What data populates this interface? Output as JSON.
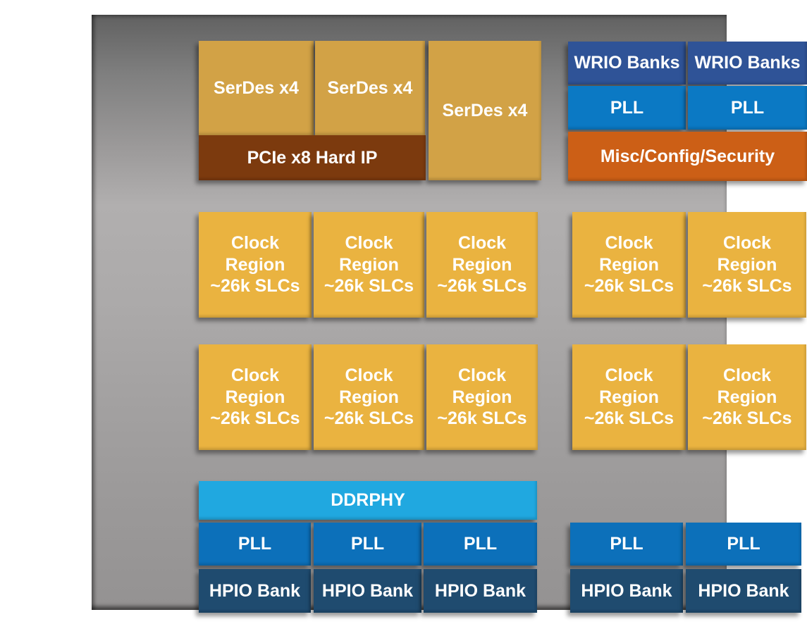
{
  "diagram": {
    "colors": {
      "serdes": "#D2A246",
      "pcie": "#7C3A0E",
      "wrio": "#2F5397",
      "pll_top": "#0B79C4",
      "pll_bottom": "#0C70BA",
      "misc": "#CC5F16",
      "clock_region": "#EAB340",
      "ddrphy": "#20A8E0",
      "hpio": "#1F4B6F",
      "label_text": "#FFFFFF",
      "panel_top_gray": "#616161",
      "panel_mid_gray": "#B1AFAF",
      "panel_bottom_gray": "#949292",
      "page_background": "#FFFFFF"
    },
    "blocks": [
      {
        "id": "serdes-1",
        "label": "SerDes x4",
        "color": "#D2A246"
      },
      {
        "id": "serdes-2",
        "label": "SerDes x4",
        "color": "#D2A246"
      },
      {
        "id": "serdes-3",
        "label": "SerDes x4",
        "color": "#D2A246"
      },
      {
        "id": "pcie",
        "label": "PCIe x8 Hard IP",
        "color": "#7C3A0E"
      },
      {
        "id": "wrio-1",
        "label": "WRIO Banks",
        "color": "#2F5397"
      },
      {
        "id": "wrio-2",
        "label": "WRIO Banks",
        "color": "#2F5397"
      },
      {
        "id": "pll-tr-1",
        "label": "PLL",
        "color": "#0B79C4"
      },
      {
        "id": "pll-tr-2",
        "label": "PLL",
        "color": "#0B79C4"
      },
      {
        "id": "misc",
        "label": "Misc/Config/Security",
        "color": "#CC5F16"
      },
      {
        "id": "clock-r1c1",
        "label": "Clock\nRegion\n~26k SLCs",
        "color": "#EAB340"
      },
      {
        "id": "clock-r1c2",
        "label": "Clock\nRegion\n~26k SLCs",
        "color": "#EAB340"
      },
      {
        "id": "clock-r1c3",
        "label": "Clock\nRegion\n~26k SLCs",
        "color": "#EAB340"
      },
      {
        "id": "clock-r1c4",
        "label": "Clock\nRegion\n~26k SLCs",
        "color": "#EAB340"
      },
      {
        "id": "clock-r1c5",
        "label": "Clock\nRegion\n~26k SLCs",
        "color": "#EAB340"
      },
      {
        "id": "clock-r2c1",
        "label": "Clock\nRegion\n~26k SLCs",
        "color": "#EAB340"
      },
      {
        "id": "clock-r2c2",
        "label": "Clock\nRegion\n~26k SLCs",
        "color": "#EAB340"
      },
      {
        "id": "clock-r2c3",
        "label": "Clock\nRegion\n~26k SLCs",
        "color": "#EAB340"
      },
      {
        "id": "clock-r2c4",
        "label": "Clock\nRegion\n~26k SLCs",
        "color": "#EAB340"
      },
      {
        "id": "clock-r2c5",
        "label": "Clock\nRegion\n~26k SLCs",
        "color": "#EAB340"
      },
      {
        "id": "ddrphy",
        "label": "DDRPHY",
        "color": "#20A8E0"
      },
      {
        "id": "pll-bl-1",
        "label": "PLL",
        "color": "#0C70BA"
      },
      {
        "id": "pll-bl-2",
        "label": "PLL",
        "color": "#0C70BA"
      },
      {
        "id": "pll-bl-3",
        "label": "PLL",
        "color": "#0C70BA"
      },
      {
        "id": "pll-br-1",
        "label": "PLL",
        "color": "#0C70BA"
      },
      {
        "id": "pll-br-2",
        "label": "PLL",
        "color": "#0C70BA"
      },
      {
        "id": "hpio-bl-1",
        "label": "HPIO Bank",
        "color": "#1F4B6F"
      },
      {
        "id": "hpio-bl-2",
        "label": "HPIO Bank",
        "color": "#1F4B6F"
      },
      {
        "id": "hpio-bl-3",
        "label": "HPIO Bank",
        "color": "#1F4B6F"
      },
      {
        "id": "hpio-br-1",
        "label": "HPIO Bank",
        "color": "#1F4B6F"
      },
      {
        "id": "hpio-br-2",
        "label": "HPIO Bank",
        "color": "#1F4B6F"
      }
    ]
  }
}
